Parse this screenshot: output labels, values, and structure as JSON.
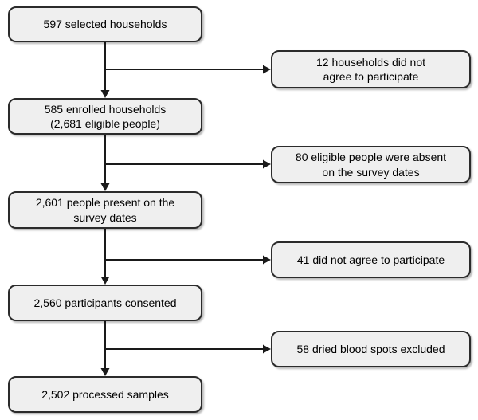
{
  "diagram": {
    "type": "flowchart",
    "colors": {
      "background": "#ffffff",
      "box_fill": "#efefef",
      "box_border": "#2b2b2b",
      "connector": "#1a1a1a",
      "text": "#000000"
    },
    "left_boxes": [
      {
        "id": "selected-households",
        "lines": {
          "0": "597 selected households"
        }
      },
      {
        "id": "enrolled-households",
        "lines": {
          "0": "585 enrolled households",
          "1": "(2,681 eligible people)"
        }
      },
      {
        "id": "people-present",
        "lines": {
          "0": "2,601 people present on the",
          "1": "survey dates"
        }
      },
      {
        "id": "participants-consented",
        "lines": {
          "0": "2,560 participants consented"
        }
      },
      {
        "id": "processed-samples",
        "lines": {
          "0": "2,502 processed samples"
        }
      }
    ],
    "right_boxes": [
      {
        "id": "households-did-not-agree",
        "lines": {
          "0": "12 households did not",
          "1": "agree to participate"
        }
      },
      {
        "id": "people-absent",
        "lines": {
          "0": "80 eligible people were absent",
          "1": "on the survey dates"
        }
      },
      {
        "id": "did-not-agree",
        "lines": {
          "0": "41 did not agree to participate"
        }
      },
      {
        "id": "blood-spots-excluded",
        "lines": {
          "0": "58 dried blood spots excluded"
        }
      }
    ]
  }
}
